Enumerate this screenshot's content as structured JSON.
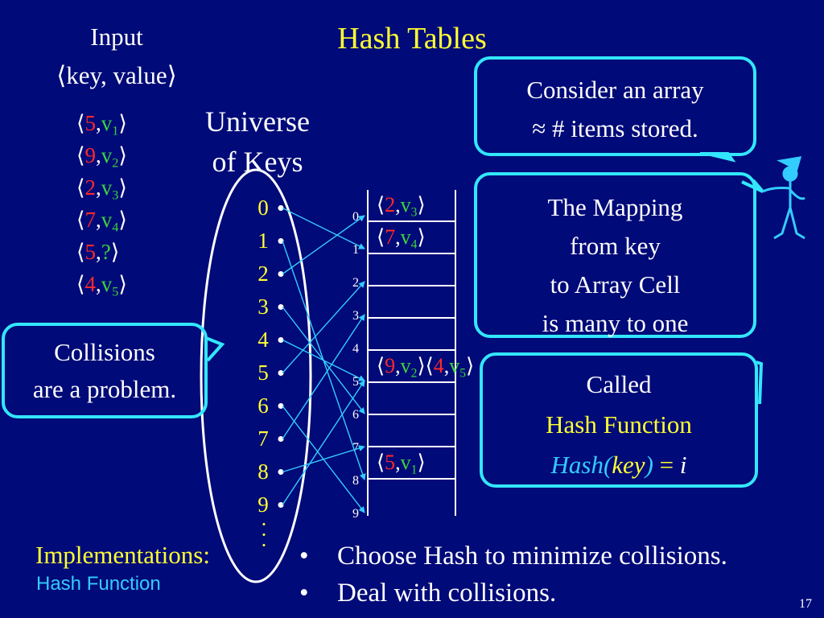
{
  "slide": {
    "title": "Hash Tables",
    "page_number": "17"
  },
  "input": {
    "heading_line1": "Input",
    "heading_line2": "⟨key, value⟩",
    "pairs": [
      {
        "key": "5",
        "value": "v",
        "sub": "1"
      },
      {
        "key": "9",
        "value": "v",
        "sub": "2"
      },
      {
        "key": "2",
        "value": "v",
        "sub": "3"
      },
      {
        "key": "7",
        "value": "v",
        "sub": "4"
      },
      {
        "key": "5",
        "value": "?",
        "sub": ""
      },
      {
        "key": "4",
        "value": "v",
        "sub": "5"
      }
    ]
  },
  "universe": {
    "line1": "Universe",
    "line2": "of Keys",
    "keys": [
      "0",
      "1",
      "2",
      "3",
      "4",
      "5",
      "6",
      "7",
      "8",
      "9"
    ],
    "ellipsis_dots": "·",
    "mapping": [
      {
        "from": "0",
        "to": "1"
      },
      {
        "from": "1",
        "to": "8"
      },
      {
        "from": "2",
        "to": "0"
      },
      {
        "from": "3",
        "to": "6"
      },
      {
        "from": "4",
        "to": "5"
      },
      {
        "from": "5",
        "to": "2"
      },
      {
        "from": "6",
        "to": "9"
      },
      {
        "from": "7",
        "to": "3"
      },
      {
        "from": "8",
        "to": "7"
      },
      {
        "from": "9",
        "to": "5"
      }
    ]
  },
  "table": {
    "indices": [
      "0",
      "1",
      "2",
      "3",
      "4",
      "5",
      "6",
      "7",
      "8",
      "9"
    ],
    "cells": {
      "c0": {
        "k": "2",
        "v": "v",
        "s": "3"
      },
      "c1": {
        "k": "7",
        "v": "v",
        "s": "4"
      },
      "c5a": {
        "k": "9",
        "v": "v",
        "s": "2"
      },
      "c5b": {
        "k": "4",
        "v": "v",
        "s": "5"
      },
      "c8": {
        "k": "5",
        "v": "v",
        "s": "1"
      }
    }
  },
  "bubbles": {
    "consider_line1": "Consider an array",
    "consider_line2": "≈ # items stored.",
    "mapping_line1": "The Mapping",
    "mapping_line2": "from key",
    "mapping_line3": "to Array Cell",
    "mapping_line4": "is many to one",
    "called_line1": "Called",
    "called_line2": "Hash Function",
    "called_hash": "Hash(",
    "called_key": "key",
    "called_close": ")",
    "called_eq": " = ",
    "called_i": "i",
    "collisions_line1": "Collisions",
    "collisions_line2": "are a problem."
  },
  "footer": {
    "implementations": "Implementations:",
    "impl_sub": "Hash Function",
    "bullet_char": "•",
    "bullet1": "Choose Hash to minimize collisions.",
    "bullet2": "Deal with collisions."
  },
  "colors": {
    "background": "#000a78",
    "title": "#ffff33",
    "key": "#ff2a2a",
    "value": "#3cd23c",
    "arrow": "#33ccff",
    "bubble_border": "#33e6ff"
  }
}
